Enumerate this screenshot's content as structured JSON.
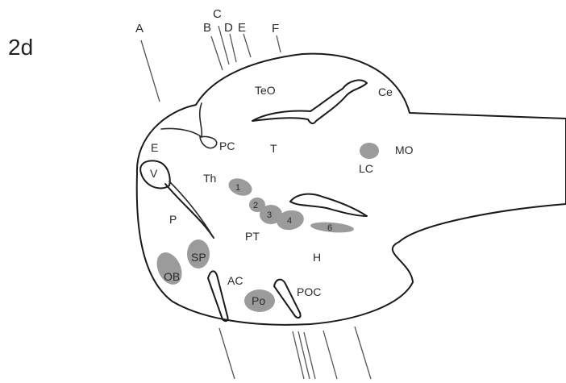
{
  "figure_label": "2d",
  "cut_labels": {
    "A": "A",
    "B": "B",
    "C": "C",
    "D": "D",
    "E": "E",
    "F": "F"
  },
  "region_labels": {
    "TeO": "TeO",
    "Ce": "Ce",
    "PC": "PC",
    "T": "T",
    "E": "E",
    "V": "V",
    "Th": "Th",
    "P": "P",
    "MO": "MO",
    "LC": "LC",
    "PT": "PT",
    "H": "H",
    "SP": "SP",
    "OB": "OB",
    "AC": "AC",
    "Po": "Po",
    "POC": "POC"
  },
  "nucleus_labels": {
    "n1": "1",
    "n2": "2",
    "n3": "3",
    "n4": "4",
    "n6": "6"
  },
  "colors": {
    "outline": "#1a1a1a",
    "stained_region": "#9b9b9b",
    "background": "#ffffff"
  }
}
